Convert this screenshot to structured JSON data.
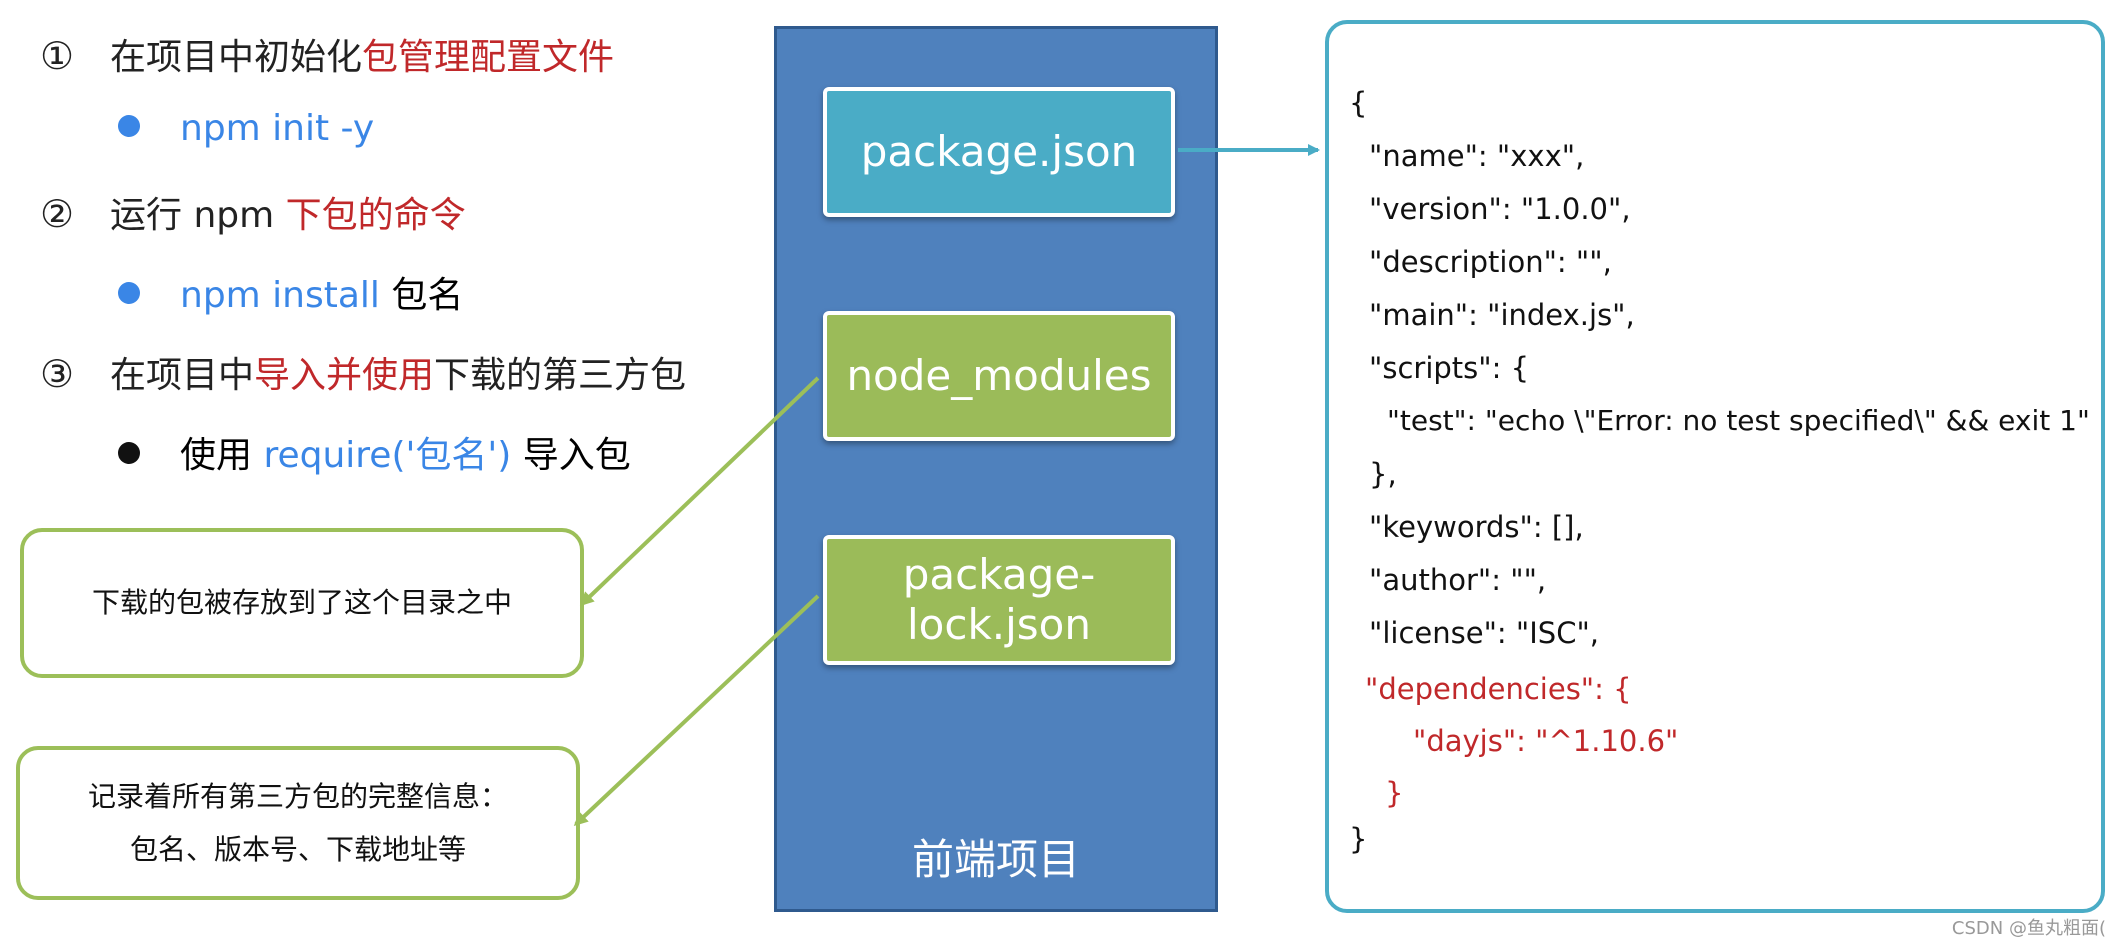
{
  "steps": [
    {
      "num": "①",
      "parts": [
        {
          "text": "在项目中初始化",
          "style": "normal"
        },
        {
          "text": "包管理配置文件",
          "style": "red"
        }
      ],
      "bullet": {
        "style": "blue",
        "parts": [
          {
            "text": "npm init -y",
            "style": "blue"
          }
        ]
      }
    },
    {
      "num": "②",
      "parts": [
        {
          "text": "运行 npm ",
          "style": "normal"
        },
        {
          "text": "下包的命令",
          "style": "red"
        }
      ],
      "bullet": {
        "style": "blue",
        "parts": [
          {
            "text": "npm install",
            "style": "blue"
          },
          {
            "text": " 包名",
            "style": "normal"
          }
        ]
      }
    },
    {
      "num": "③",
      "parts": [
        {
          "text": "在项目中",
          "style": "normal"
        },
        {
          "text": "导入并使用",
          "style": "red"
        },
        {
          "text": "下载的第三方包",
          "style": "normal"
        }
      ],
      "bullet": {
        "style": "black",
        "parts": [
          {
            "text": "使用 ",
            "style": "normal"
          },
          {
            "text": "require('包名')",
            "style": "blue"
          },
          {
            "text": " 导入包",
            "style": "normal"
          }
        ]
      }
    }
  ],
  "callouts": {
    "node_modules_note": "下载的包被存放到了这个目录之中",
    "lock_note_line1": "记录着所有第三方包的完整信息：",
    "lock_note_line2": "包名、版本号、下载地址等"
  },
  "project": {
    "title": "前端项目",
    "files": {
      "package_json": "package.json",
      "node_modules": "node_modules",
      "lock_line1": "package-",
      "lock_line2": "lock.json"
    }
  },
  "code": [
    {
      "text": "{",
      "style": "normal"
    },
    {
      "text": "\"name\": \"xxx\",",
      "style": "normal"
    },
    {
      "text": "\"version\": \"1.0.0\",",
      "style": "normal"
    },
    {
      "text": "\"description\": \"\",",
      "style": "normal"
    },
    {
      "text": "\"main\": \"index.js\",",
      "style": "normal"
    },
    {
      "text": "\"scripts\": {",
      "style": "normal"
    },
    {
      "text": "\"test\": \"echo \\\"Error: no test specified\\\" && exit 1\"",
      "style": "normal"
    },
    {
      "text": "},",
      "style": "normal"
    },
    {
      "text": "\"keywords\": [],",
      "style": "normal"
    },
    {
      "text": "\"author\": \"\",",
      "style": "normal"
    },
    {
      "text": "\"license\": \"ISC\",",
      "style": "normal"
    },
    {
      "text": "\"dependencies\": {",
      "style": "red"
    },
    {
      "text": "\"dayjs\": \"^1.10.6\"",
      "style": "red"
    },
    {
      "text": "}",
      "style": "red"
    },
    {
      "text": "}",
      "style": "normal"
    }
  ],
  "watermark": "CSDN @鱼丸粗面(",
  "colors": {
    "red": "#c0282a",
    "blue": "#3a86e6",
    "project_bg": "#4f81bd",
    "teal_box": "#4aacc6",
    "green_box": "#9bbb59",
    "callout_border": "#9cbf59"
  }
}
